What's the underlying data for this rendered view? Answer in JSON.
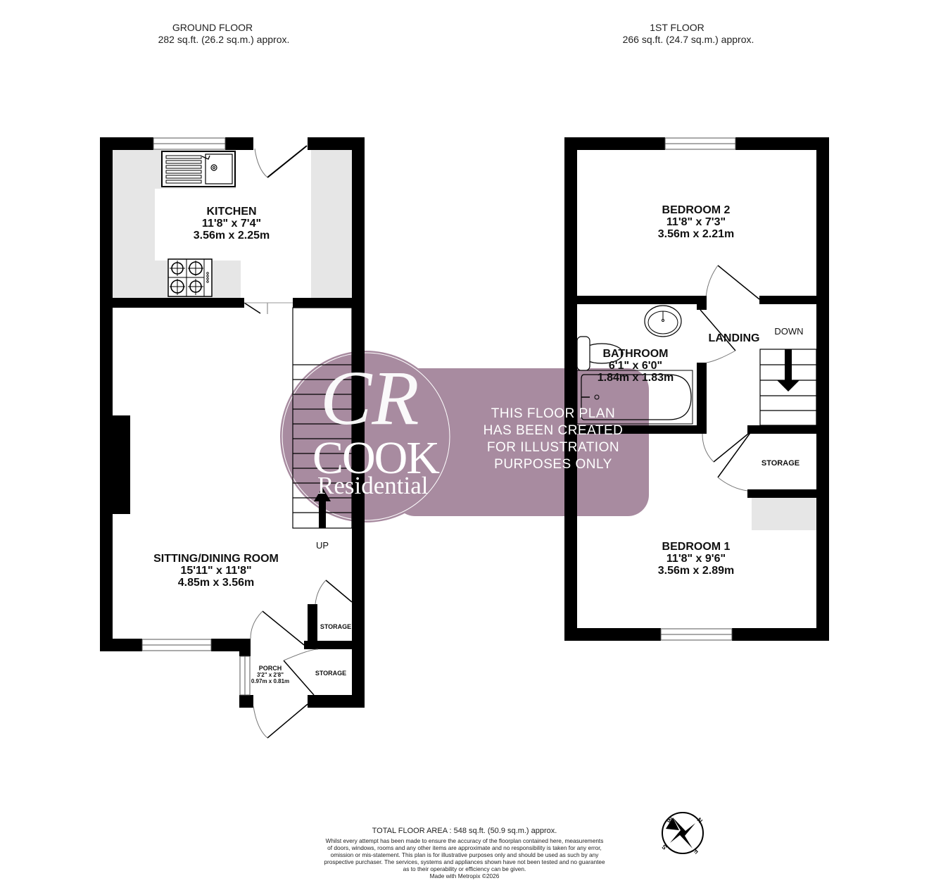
{
  "ground_floor": {
    "title": "GROUND FLOOR",
    "area": "282 sq.ft. (26.2 sq.m.) approx.",
    "rooms": [
      {
        "name": "KITCHEN",
        "imperial": "11'8\"  x 7'4\"",
        "metric": "3.56m  x 2.25m"
      },
      {
        "name": "SITTING/DINING ROOM",
        "imperial": "15'11\"  x 11'8\"",
        "metric": "4.85m  x 3.56m"
      },
      {
        "name": "PORCH",
        "imperial": "3'2\"  x 2'8\"",
        "metric": "0.97m  x 0.81m"
      }
    ],
    "storage_labels": [
      "STORAGE",
      "STORAGE"
    ],
    "stairs_label": "UP"
  },
  "first_floor": {
    "title": "1ST FLOOR",
    "area": "266 sq.ft. (24.7 sq.m.) approx.",
    "rooms": [
      {
        "name": "BEDROOM 2",
        "imperial": "11'8\"  x 7'3\"",
        "metric": "3.56m  x 2.21m"
      },
      {
        "name": "BATHROOM",
        "imperial": "6'1\"  x 6'0\"",
        "metric": "1.84m  x 1.83m"
      },
      {
        "name": "BEDROOM 1",
        "imperial": "11'8\"  x 9'6\"",
        "metric": "3.56m  x 2.89m"
      }
    ],
    "landing_label": "LANDING",
    "storage_label": "STORAGE",
    "stairs_label": "DOWN"
  },
  "watermark": {
    "monogram": "CR",
    "brand": "COOK",
    "sub_brand": "Residential",
    "notice_lines": [
      "THIS FLOOR PLAN",
      "HAS BEEN CREATED",
      "FOR ILLUSTRATION",
      "PURPOSES ONLY"
    ],
    "color": "#a88ba0"
  },
  "footer": {
    "total_area": "TOTAL FLOOR AREA : 548 sq.ft. (50.9 sq.m.) approx.",
    "disclaimer_lines": [
      "Whilst every attempt has been made to ensure the accuracy of the floorplan contained here, measurements",
      "of doors, windows, rooms and any other items are approximate and no responsibility is taken for any error,",
      "omission or mis-statement. This plan is for illustrative purposes only and should be used as such by any",
      "prospective purchaser. The services, systems and appliances shown have not been tested and no guarantee",
      "as to their operability or efficiency can be given."
    ],
    "credit": "Made with Metropix ©2026"
  },
  "compass": {
    "n": "N",
    "e": "E",
    "s": "S",
    "w": "W",
    "icon": "compass-star-icon"
  },
  "colors": {
    "wall": "#000000",
    "worktop": "#e6e6e6",
    "watermark": "#a88ba0"
  }
}
